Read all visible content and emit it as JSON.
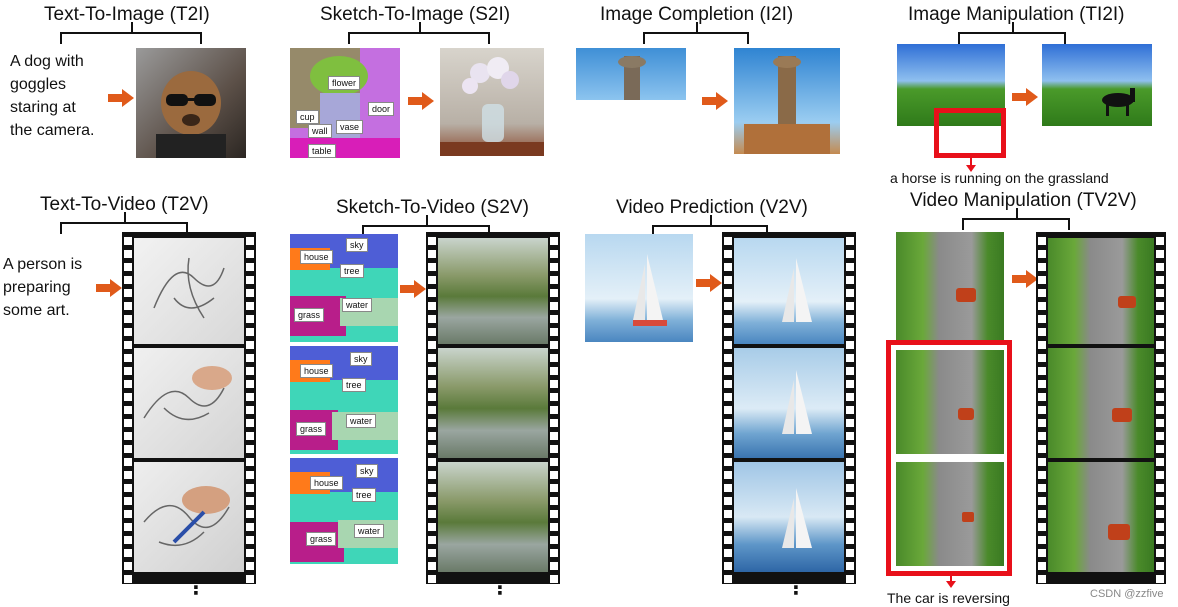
{
  "titles": {
    "t2i": "Text-To-Image (T2I)",
    "s2i": "Sketch-To-Image (S2I)",
    "i2i": "Image Completion (I2I)",
    "ti2i": "Image Manipulation (TI2I)",
    "t2v": "Text-To-Video (T2V)",
    "s2v": "Sketch-To-Video (S2V)",
    "v2v": "Video Prediction (V2V)",
    "tv2v": "Video Manipulation (TV2V)"
  },
  "prompts": {
    "t2i": [
      "A dog with",
      "goggles",
      "staring at",
      "the camera."
    ],
    "t2v": [
      "A person is",
      "preparing",
      "some art."
    ]
  },
  "sketch_labels": {
    "s2i": [
      "flower",
      "door",
      "cup",
      "wall",
      "vase",
      "table"
    ],
    "s2v": [
      "sky",
      "house",
      "tree",
      "water",
      "grass"
    ]
  },
  "captions": {
    "ti2i": "a horse is running on the grassland",
    "tv2v": "The car is reversing"
  },
  "ellipsis": "⋮",
  "watermark": "CSDN @zzfive",
  "colors": {
    "arrow": "#e05a1a",
    "highlight": "#e8101a"
  }
}
